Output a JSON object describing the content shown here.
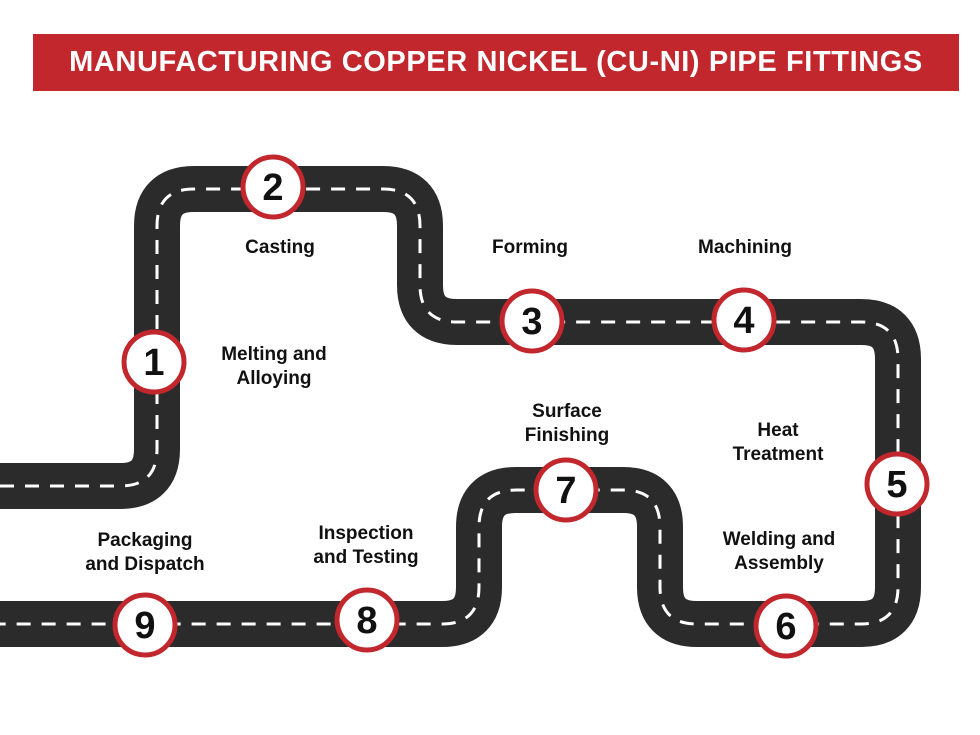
{
  "title": "MANUFACTURING COPPER NICKEL (CU-NI) PIPE FITTINGS",
  "colors": {
    "accent": "#c1272d",
    "road": "#2b2b2b",
    "dash": "#ffffff",
    "marker_fill": "#ffffff",
    "text": "#111111"
  },
  "steps": [
    {
      "number": "1",
      "label": "Melting and\nAlloying"
    },
    {
      "number": "2",
      "label": "Casting"
    },
    {
      "number": "3",
      "label": "Forming"
    },
    {
      "number": "4",
      "label": "Machining"
    },
    {
      "number": "5",
      "label": "Heat\nTreatment"
    },
    {
      "number": "6",
      "label": "Welding and\nAssembly"
    },
    {
      "number": "7",
      "label": "Surface\nFinishing"
    },
    {
      "number": "8",
      "label": "Inspection\nand Testing"
    },
    {
      "number": "9",
      "label": "Packaging\nand Dispatch"
    }
  ]
}
